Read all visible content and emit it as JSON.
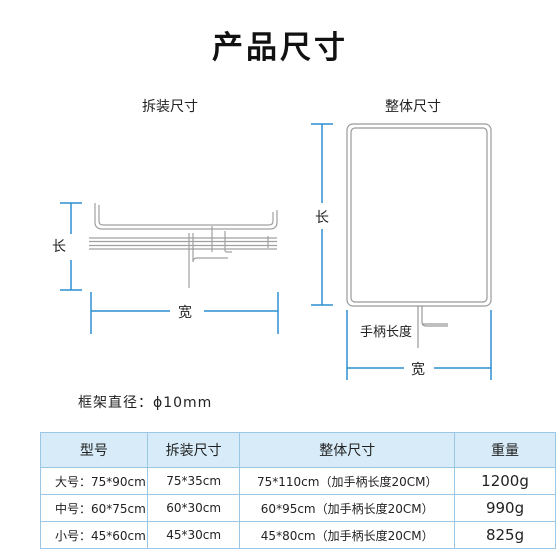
{
  "title": "产品尺寸",
  "disassembled": {
    "heading": "拆装尺寸",
    "length": "长",
    "width": "宽"
  },
  "assembled": {
    "heading": "整体尺寸",
    "length": "长",
    "width": "宽",
    "handle": "手柄长度"
  },
  "frame_diameter": "框架直径：ϕ10mm",
  "colors": {
    "dimension_line": "#2d8fd0",
    "frame": "#999999",
    "table_header": "#d7ecf8",
    "table_border": "#9ac7e4"
  },
  "table": {
    "headers": [
      "型号",
      "拆装尺寸",
      "整体尺寸",
      "重量"
    ],
    "rows": [
      {
        "model": "大号：75*90cm",
        "disassembled": "75*35cm",
        "assembled": "75*110cm（加手柄长度20CM）",
        "weight": "1200g"
      },
      {
        "model": "中号：60*75cm",
        "disassembled": "60*30cm",
        "assembled": "60*95cm（加手柄长度20CM）",
        "weight": "990g"
      },
      {
        "model": "小号：45*60cm",
        "disassembled": "45*30cm",
        "assembled": "45*80cm（加手柄长度20CM）",
        "weight": "825g"
      }
    ]
  }
}
